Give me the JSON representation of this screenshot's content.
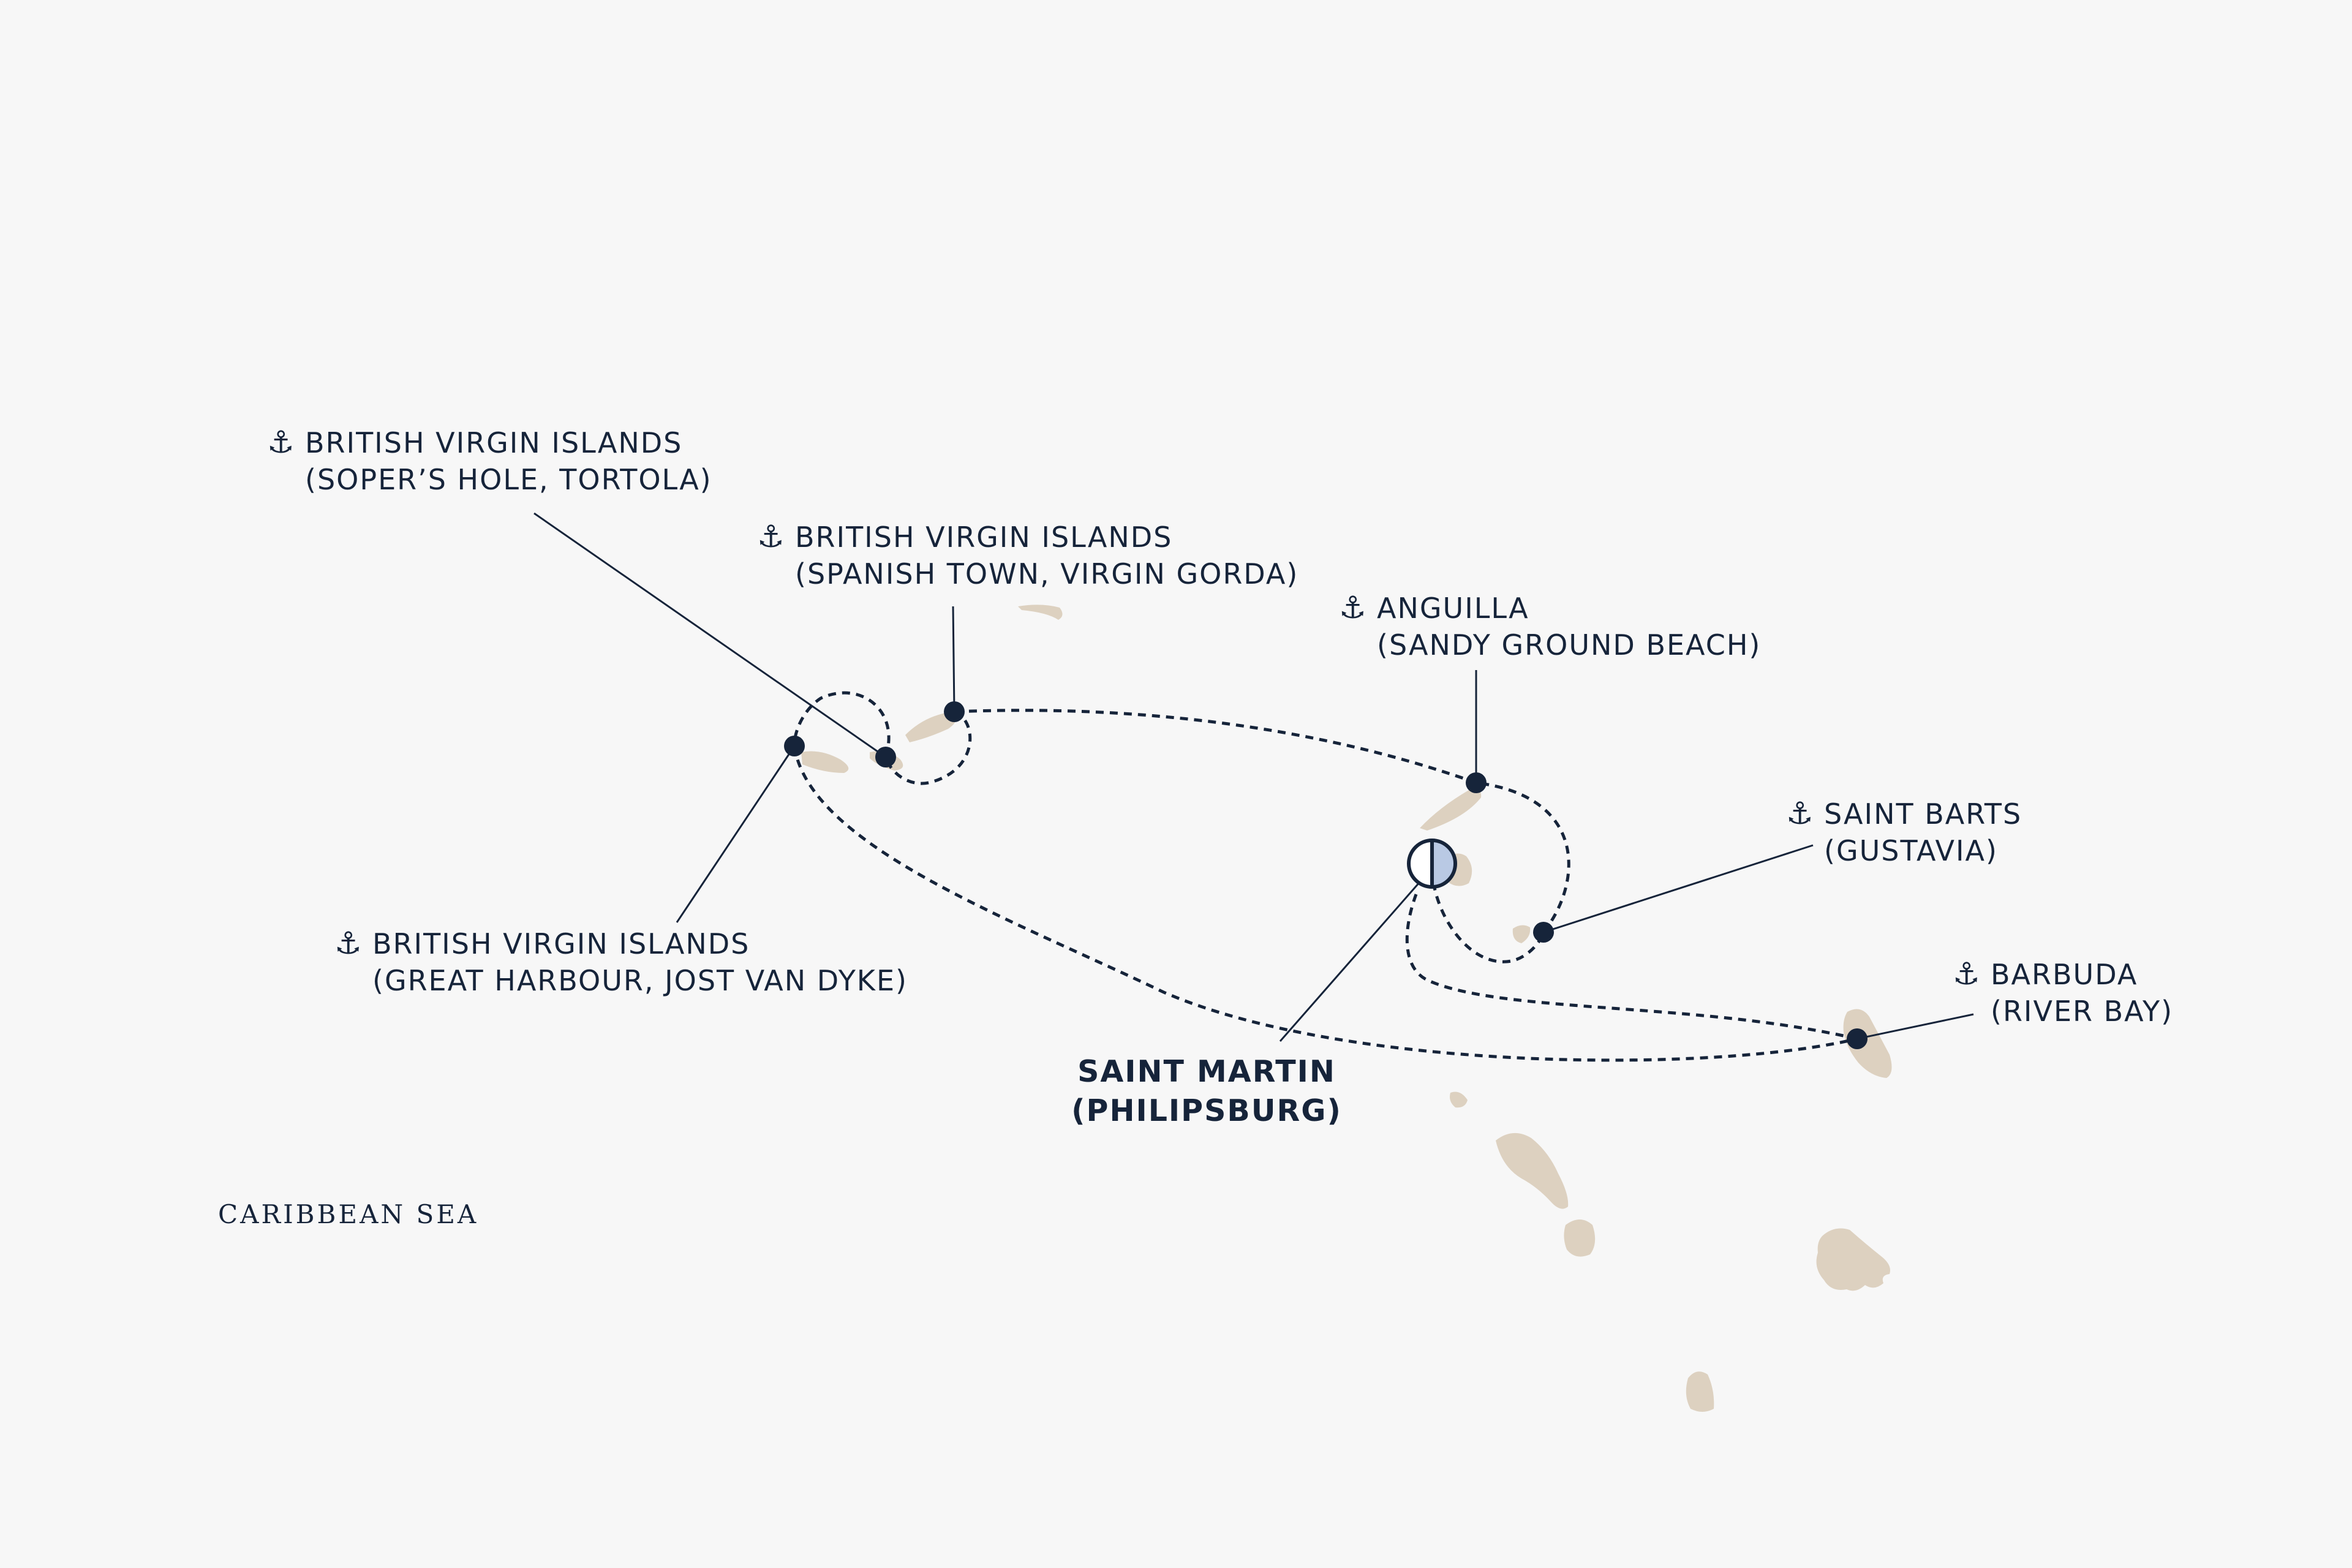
{
  "map": {
    "land_color": "#ddd1c0",
    "route_color": "#16243a",
    "home_fill": "#b9c9e4",
    "background": "#f7f7f7",
    "anchor_icon": "anchor-icon",
    "sea_label": "CARIBBEAN SEA",
    "home_port": {
      "line1": "SAINT MARTIN",
      "line2": "(PHILIPSBURG)"
    },
    "ports": [
      {
        "id": "tortola",
        "line1": "BRITISH VIRGIN ISLANDS",
        "line2": "(SOPER’S HOLE, TORTOLA)"
      },
      {
        "id": "virgin-gorda",
        "line1": "BRITISH VIRGIN ISLANDS",
        "line2": "(SPANISH TOWN, VIRGIN GORDA)"
      },
      {
        "id": "anguilla",
        "line1": "ANGUILLA",
        "line2": "(SANDY GROUND BEACH)"
      },
      {
        "id": "saint-barts",
        "line1": "SAINT BARTS",
        "line2": "(GUSTAVIA)"
      },
      {
        "id": "jost-van-dyke",
        "line1": "BRITISH VIRGIN ISLANDS",
        "line2": "(GREAT HARBOUR, JOST VAN DYKE)"
      },
      {
        "id": "barbuda",
        "line1": "BARBUDA",
        "line2": "(RIVER BAY)"
      }
    ]
  }
}
